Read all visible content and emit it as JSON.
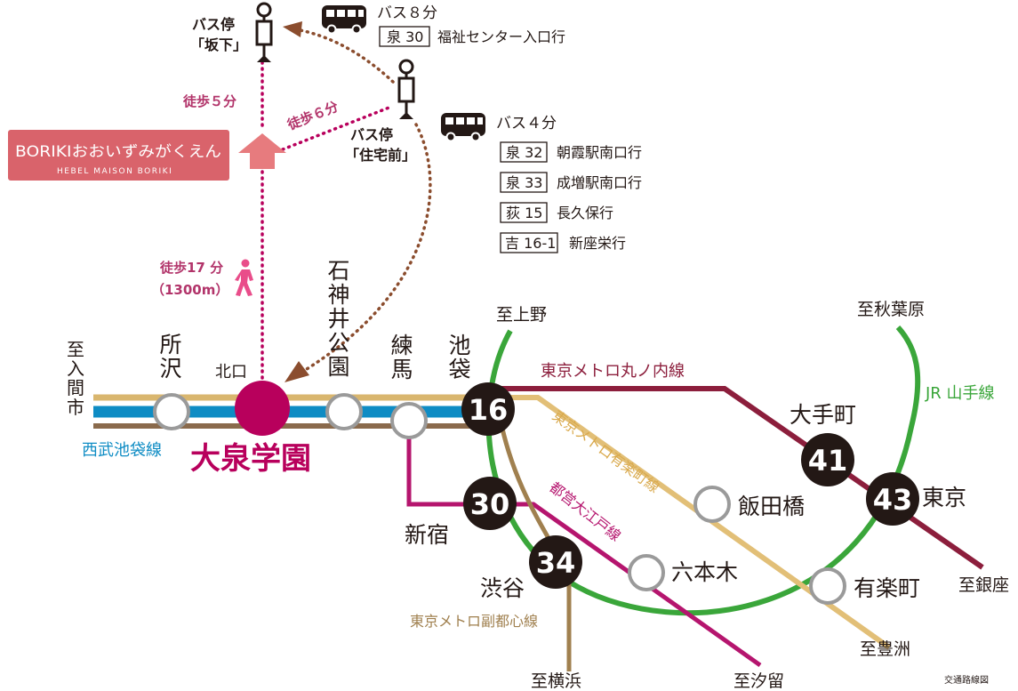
{
  "colors": {
    "seibu_blue": "#0e8cc4",
    "tan_line": "#d9b66e",
    "brown_line": "#8a6a4c",
    "marunouchi": "#8c1e3c",
    "yurakucho": "#e2bf77",
    "oedo": "#b5156e",
    "fukutoshin": "#a0804f",
    "yamanote": "#3aa63a",
    "station_main": "#b8005c",
    "walk_dot": "#b8005c",
    "bus_dot": "#8b4d2e",
    "boriki_bg": "#d9636b",
    "arrow_up": "#e77b7e"
  },
  "bus_stop_sakashita": {
    "line1": "バス停",
    "line2": "「坂下」",
    "icon": "bus-stop-pole-icon"
  },
  "bus_stop_jutakumae": {
    "line1": "バス停",
    "line2": "「住宅前」",
    "icon": "bus-stop-pole-icon"
  },
  "bus_top": {
    "icon": "bus-icon",
    "time": "バス８分",
    "routes": [
      {
        "code": "泉 30",
        "dest": "福祉センター入口行"
      }
    ]
  },
  "bus_mid": {
    "icon": "bus-icon",
    "time": "バス４分",
    "routes": [
      {
        "code": "泉 32",
        "dest": "朝霞駅南口行"
      },
      {
        "code": "泉 33",
        "dest": "成増駅南口行"
      },
      {
        "code": "荻 15",
        "dest": "長久保行"
      },
      {
        "code": "吉 16-1",
        "dest": "新座栄行"
      }
    ]
  },
  "walk_5": "徒歩５分",
  "walk_6": "徒歩６分",
  "walk_17_line1": "徒歩17 分",
  "walk_17_line2": "（1300m）",
  "walker_icon": "walking-person-icon",
  "boriki": {
    "title": "BORIKIおおいずみがくえん",
    "subtitle": "HEBEL MAISON BORIKI",
    "arrow_icon": "up-arrow-icon"
  },
  "stations": {
    "tokorozawa": "所沢",
    "ooizumi": "大泉学園",
    "kitaguchi": "北口",
    "shakujii": "石神井公園",
    "nerima": "練馬",
    "ikebukuro": "池袋",
    "shinjuku": "新宿",
    "shibuya": "渋谷",
    "iidabashi": "飯田橋",
    "roppongi": "六本木",
    "yurakucho": "有楽町",
    "otemachi": "大手町",
    "tokyo": "東京"
  },
  "directions": {
    "iruma": "至入間市",
    "ueno": "至上野",
    "akihabara": "至秋葉原",
    "ginza": "至銀座",
    "toyosu": "至豊洲",
    "shiodome": "至汐留",
    "yokohama": "至横浜"
  },
  "lines": {
    "seibu": "西武池袋線",
    "marunouchi": "東京メトロ丸ノ内線",
    "yurakucho": "東京メトロ有楽町線",
    "oedo": "都営大江戸線",
    "fukutoshin": "東京メトロ副都心線",
    "yamanote": "JR 山手線"
  },
  "minutes": {
    "ikebukuro": "16",
    "shinjuku": "30",
    "shibuya": "34",
    "otemachi": "41",
    "tokyo": "43"
  },
  "footer_note": "交通路線図"
}
